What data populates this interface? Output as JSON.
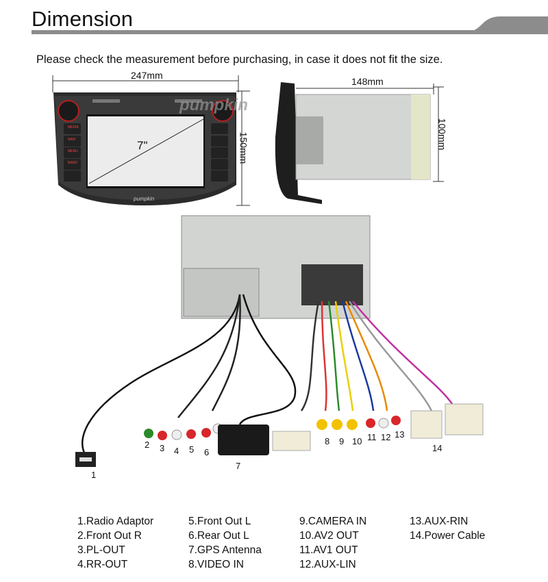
{
  "header": {
    "title": "Dimension"
  },
  "note": "Please check the measurement before purchasing, in case it does not fit the size.",
  "front_view": {
    "width_label": "247mm",
    "height_label": "150mm",
    "screen_label": "7\"",
    "buttons_left": [
      "MEDIA",
      "NAVI",
      "MENU",
      "BAND"
    ],
    "brand": "pumpkin"
  },
  "side_view": {
    "depth_label": "148mm",
    "height_label": "100mm"
  },
  "watermark": "pumpkin",
  "connectors": {
    "callouts": [
      "1",
      "2",
      "3",
      "4",
      "5",
      "6",
      "7",
      "8",
      "9",
      "10",
      "11",
      "12",
      "13",
      "14"
    ],
    "legend": [
      [
        "1.Radio Adaptor",
        "2.Front Out R",
        "3.PL-OUT",
        "4.RR-OUT"
      ],
      [
        "5.Front Out L",
        "6.Rear Out L",
        "7.GPS Antenna",
        "8.VIDEO IN"
      ],
      [
        "9.CAMERA IN",
        "10.AV2 OUT",
        "11.AV1 OUT",
        "12.AUX-LIN"
      ],
      [
        "13.AUX-RIN",
        "14.Power Cable"
      ]
    ]
  },
  "colors": {
    "bar": "#8c8c8c",
    "rca_red": "#d8262a",
    "rca_yellow": "#f2c200",
    "rca_white": "#eeeeee"
  }
}
